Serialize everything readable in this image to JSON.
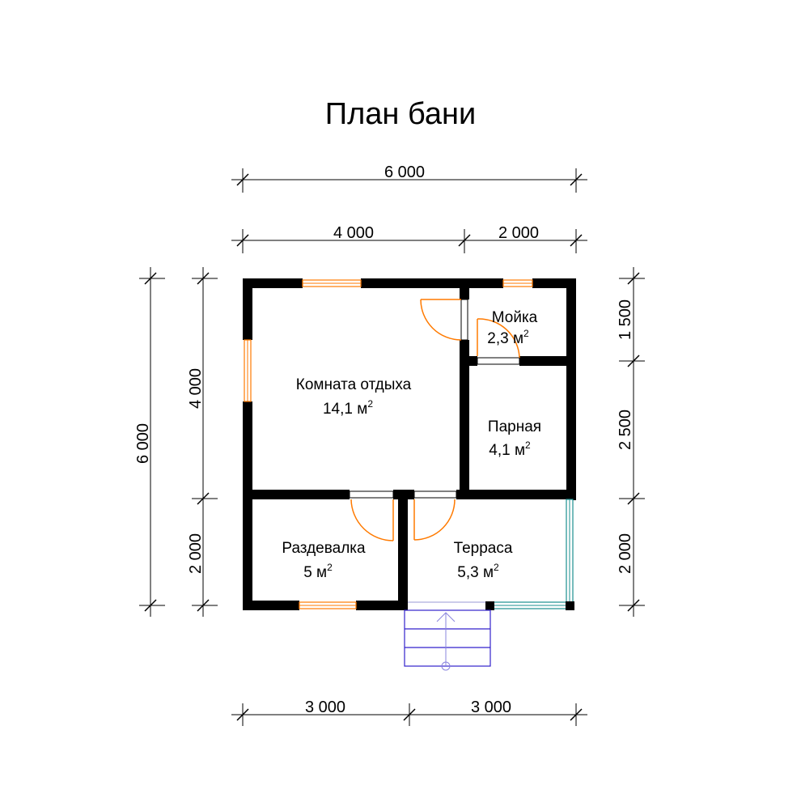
{
  "title": "План бани",
  "dimensions": {
    "overall_width": "6 000",
    "top_left": "4 000",
    "top_right": "2 000",
    "bottom_left": "3 000",
    "bottom_right": "3 000",
    "overall_depth": "6 000",
    "left_upper": "4 000",
    "left_lower": "2 000",
    "right_1": "1 500",
    "right_2": "2 500",
    "right_3": "2 000"
  },
  "rooms": {
    "rest": {
      "name": "Комната отдыха",
      "area": "14,1 м"
    },
    "wash": {
      "name": "Мойка",
      "area": "2,3 м"
    },
    "steam": {
      "name": "Парная",
      "area": "4,1 м"
    },
    "dressing": {
      "name": "Раздевалка",
      "area": "5 м"
    },
    "terrace": {
      "name": "Терраса",
      "area": "5,3 м"
    }
  },
  "area_unit_power": "2"
}
